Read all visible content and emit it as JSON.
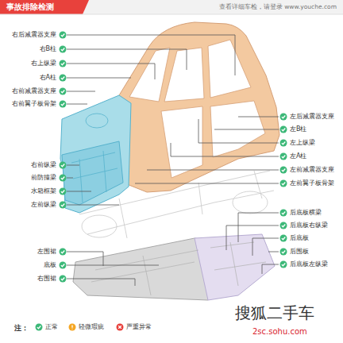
{
  "diagram": {
    "title": "事故排除检测",
    "labels": [
      "查看详细车检，请登录 www.youche.com",
      "右后减震器支座",
      "右B柱",
      "右上纵梁",
      "右A柱",
      "右前减震器支座",
      "右前翼子板骨架",
      "右前纵梁",
      "前防撞梁",
      "水箱框架",
      "左前纵梁",
      "左后减震器支座",
      "左B柱",
      "左上纵梁",
      "左A柱",
      "左前减震器支座",
      "左前翼子板骨架",
      "后底板横梁",
      "后底板右纵梁",
      "后底板",
      "后围板",
      "后底板左纵梁",
      "左围裙",
      "底板",
      "右围裙",
      "注：",
      "搜狐二手车",
      "2sc.sohu.com"
    ],
    "legend": [
      {
        "text": "正常",
        "color": "#3cb878"
      },
      {
        "text": "轻微瑕疵",
        "color": "#f5a623"
      },
      {
        "text": "严重异常",
        "color": "#e8413c"
      }
    ]
  }
}
